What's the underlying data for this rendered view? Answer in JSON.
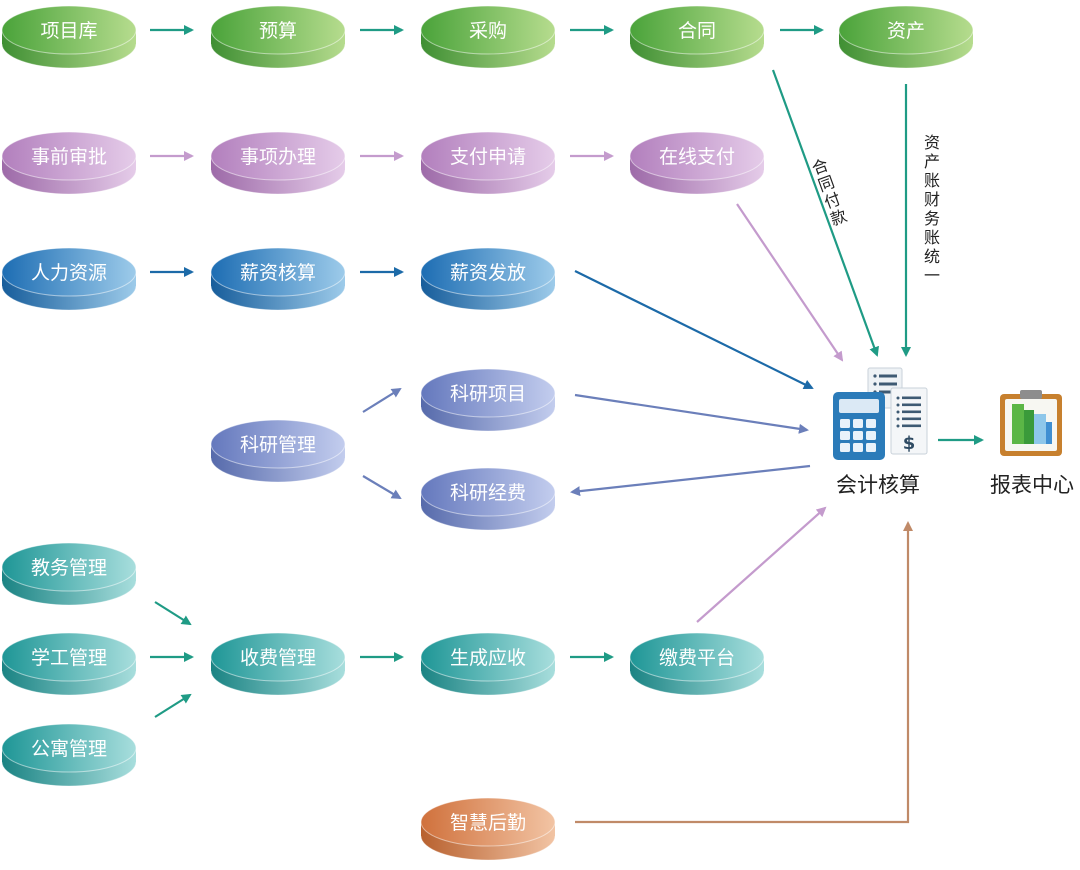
{
  "colors": {
    "green": "#6cb33f",
    "purple": "#b98fc1",
    "blue": "#2a7cbf",
    "indigo": "#6f83c4",
    "teal": "#2aa3a3",
    "orange": "#d88657",
    "arrow_teal": "#1f9b85",
    "arrow_purple": "#c49bcd",
    "arrow_blue": "#1c6aa8",
    "arrow_indigo": "#6b7fba",
    "arrow_brown": "#c08a68"
  },
  "nodes": {
    "xiangmuku": {
      "label": "项目库",
      "color": "green"
    },
    "yusuan": {
      "label": "预算",
      "color": "green"
    },
    "caigou": {
      "label": "采购",
      "color": "green"
    },
    "hetong": {
      "label": "合同",
      "color": "green"
    },
    "zichan": {
      "label": "资产",
      "color": "green"
    },
    "shiqian": {
      "label": "事前审批",
      "color": "purple"
    },
    "shixiang": {
      "label": "事项办理",
      "color": "purple"
    },
    "zhifu": {
      "label": "支付申请",
      "color": "purple"
    },
    "zaixian": {
      "label": "在线支付",
      "color": "purple"
    },
    "renli": {
      "label": "人力资源",
      "color": "blue"
    },
    "xinzihesuan": {
      "label": "薪资核算",
      "color": "blue"
    },
    "xinzifafang": {
      "label": "薪资发放",
      "color": "blue"
    },
    "keyanguanli": {
      "label": "科研管理",
      "color": "indigo"
    },
    "keyanxiangmu": {
      "label": "科研项目",
      "color": "indigo"
    },
    "keyanjingfei": {
      "label": "科研经费",
      "color": "indigo"
    },
    "jiaowu": {
      "label": "教务管理",
      "color": "teal"
    },
    "xuegong": {
      "label": "学工管理",
      "color": "teal"
    },
    "gongyu": {
      "label": "公寓管理",
      "color": "teal"
    },
    "shoufei": {
      "label": "收费管理",
      "color": "teal"
    },
    "shengcheng": {
      "label": "生成应收",
      "color": "teal"
    },
    "jiaofei": {
      "label": "缴费平台",
      "color": "teal"
    },
    "zhihui": {
      "label": "智慧后勤",
      "color": "orange"
    }
  },
  "hub": {
    "label": "会计核算",
    "icon": "calculator-document-icon"
  },
  "report": {
    "label": "报表中心",
    "icon": "report-chart-icon"
  },
  "edge_labels": {
    "contract_payment": "合同付款",
    "asset_unify": "资产账财务账统一"
  }
}
